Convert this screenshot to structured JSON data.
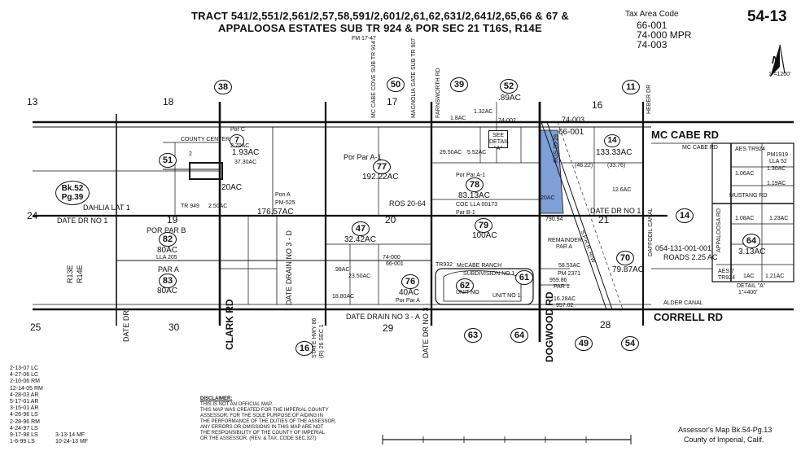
{
  "header": {
    "title_line1": "TRACT 541/2,551/2,561/2,57,58,591/2,601/2,61,62,631/2,641/2,65,66 & 67 &",
    "title_line2": "APPALOOSA ESTATES SUB TR 924 & POR SEC 21 T16S, R14E",
    "field_map": "FM 17-47",
    "tax_area_label": "Tax Area Code",
    "tax_codes": [
      "66-001",
      "74-000 MPR",
      "74-003"
    ],
    "map_number": "54-13",
    "north_label": "N",
    "scale_label": "1\"=1200'"
  },
  "sections": {
    "s13": "13",
    "s18": "18",
    "s17": "17",
    "s16": "16",
    "s24": "24",
    "s19": "19",
    "s20": "20",
    "s21": "21",
    "s25": "25",
    "s30": "30",
    "s29": "29",
    "s28": "28"
  },
  "circles": {
    "c38": "38",
    "c50": "50",
    "c39": "39",
    "c52": "52",
    "c11": "11",
    "c51": "51",
    "c14": "14",
    "c16": "16",
    "c63": "63",
    "c64": "64",
    "c49": "49",
    "c54": "54",
    "c47": "47",
    "c77": "77",
    "c78": "78",
    "c79": "79",
    "c82": "82",
    "c83": "83",
    "c76": "76",
    "c62": "62",
    "c61": "61",
    "c70": "70",
    "c64b": "64",
    "c7": "7",
    "c14b": "14",
    "c2": "2"
  },
  "book_ref": {
    "line1": "Bk.52",
    "line2": "Pg.39"
  },
  "roads": {
    "mc_cabe_rd": "MC CABE RD",
    "correll_rd": "CORRELL RD",
    "clark_rd": "CLARK RD",
    "dogwood_rd": "DOGWOOD RD",
    "date_dr_no1_left": "DATE DR NO 1",
    "date_dr_no1_right": "DATE DR NO 1",
    "dahlia_lat": "DAHLIA LAT 1",
    "date_drain_no3": "DATE DRAIN NO 3 - A",
    "date_drain_no3_d": "DATE DRAIN NO 3 - D",
    "date_dr_no3": "DATE DR NO 3",
    "date_dr": "DATE DR",
    "state_hwy": "STATE HWY 86",
    "state_hwy_sub": "(R) 26 SEC 1",
    "farnsworth": "FARNSWORTH RD",
    "magnolia": "MAGNOLIA GATE SUB TR 907",
    "mccabe_cove": "MC CABE COVE SUB TR 914",
    "heber_dr": "HEBER DR",
    "daffodil_canal": "DAFFODIL CANAL",
    "alder_canal": "ALDER CANAL",
    "spr_row": "S.P.R.R. R/W",
    "ros_2029": "ROS 20-29",
    "ros_2064": "ROS 20-64",
    "r13e": "R13E",
    "r14e": "R14E",
    "appaloosa_rd": "APPALOOSA RD",
    "mustang_rd": "MUSTANG RD",
    "mc_cabe_rd_detail": "MC CABE RD"
  },
  "parcels": {
    "county_center": "COUNTY CENTER",
    "cc_num": "2",
    "p_por_c": "Por C",
    "p_2_70": "2.70AC",
    "p_37_30": "37.30AC",
    "p_20ac": "20AC",
    "p_pon_a": "Pon A",
    "p_pm525": "PM-525",
    "p_tr949": "TR 949",
    "p_2_50": "2.50AC",
    "p_176_57": "176.57AC",
    "p_1_93": "1.93AC",
    "p_por_a1": "Por Par A-1",
    "p_192_22": "192.22AC",
    "p_por_a1b": "Por Par A-1",
    "p_83_13": "83.13AC",
    "p_coc_lla": "COC LLA 00173",
    "p_por_b1": "Par B-1",
    "p_100ac": "100AC",
    "p_32_42": "32.42AC",
    "p_por_par_b": "POR PAR B",
    "p_80ac": "80AC",
    "p_lla205": "LLA 205",
    "p_par_a": "PAR A",
    "p_80ac_b": "80AC",
    "p_98ac": ".98AC",
    "p_23_50": "23.50AC",
    "p_18_80": "18.80AC",
    "p_40ac": "40AC",
    "p_por_par_a": "Por Par A",
    "p_mccabe_ranch": "McCABE RANCH",
    "p_subdivision": "SUBDIVISION NO 1",
    "p_tr932": "TR932",
    "p_unit_no": "UNIT NO",
    "p_unit_no1": "UNIT NO 1",
    "p_790_94": "790.94",
    "p_remainder": "REMAINDER",
    "p_par_a2": "PAR A",
    "p_58_53": "58.53AC",
    "p_pm2371": "PM 2371",
    "p_959_86": "959.86",
    "p_par1": "PAR 1",
    "p_16_28": "16.28AC",
    "p_957_02": "957.02",
    "p_79_87": "79.87AC",
    "p_054": "054-131-001-001",
    "p_roads": "ROADS 2.25 AC",
    "p_133_33": "133.33AC",
    "p_46_22": "(46.22)",
    "p_33_76": "(33.76)",
    "p_20ac_hl": "20AC",
    "p_12_6": "12.6AC",
    "p_89ac": ".89AC",
    "p_1_32": "1.32AC",
    "p_29_50": "29.50AC",
    "p_5_52": "5.52AC",
    "p_see_detail": "SEE DETAIL \"A\"",
    "p_1_8ac": "1.8AC",
    "p_74_003": "74-003",
    "p_66_001": "66-001",
    "p_74_000": "74-000",
    "p_66_001b": "66-001",
    "p_74_002": "74-002",
    "p_3_13": "3.13AC",
    "p_aes_tr924": "AES TR924",
    "p_pm1919": "PM1919",
    "p_lla52": "LLA 52",
    "p_1_06": "1.06AC",
    "p_1_30": "1.30AC",
    "p_1_19": "1.19AC",
    "p_1_08": "1.08AC",
    "p_1_23": "1.23AC",
    "p_1ac": "1AC",
    "p_1_21": "1.21AC",
    "p_aes7": "AES 7",
    "p_tr924": "TR924",
    "detail_a": "DETAIL \"A\"",
    "detail_scale": "1\"=400'"
  },
  "revisions": [
    "2-13-07 LC",
    "4-27-06 LC",
    "2-10-06 RM",
    "12-14-05 RM",
    "4-28-03 AR",
    "5-17-01 AR",
    "3-15-01 AR",
    "4-26-96 LS",
    "2-28-96 RM",
    "4-24-97 LS",
    "9-17-98 LS",
    "1-6-99 LS"
  ],
  "revisions_col2": [
    "3-13-14 MF",
    "10-24-13 MF"
  ],
  "disclaimer": {
    "heading": "DISCLAIMER:",
    "lines": [
      "THIS IS NOT AN OFFICIAL MAP.",
      "THIS MAP WAS CREATED FOR THE IMPERIAL COUNTY",
      "ASSESSOR, FOR THE SOLE PURPOSE OF AIDING IN",
      "THE PERFORMANCE OF THE DUTIES OF THE ASSESSOR.",
      "ANY ERRORS OR OMISSIONS IN THIS MAP ARE NOT",
      "THE RESPONSIBILITY OF THE COUNTY OF IMPERIAL",
      "OR THE ASSESSOR. (REV. & TAX. CODE SEC.327)"
    ]
  },
  "footer": {
    "line1": "Assessor's Map Bk.54-Pg.13",
    "line2": "County of Imperial, Calif."
  },
  "colors": {
    "highlight": "#7f9fd6",
    "ink": "#111111"
  }
}
